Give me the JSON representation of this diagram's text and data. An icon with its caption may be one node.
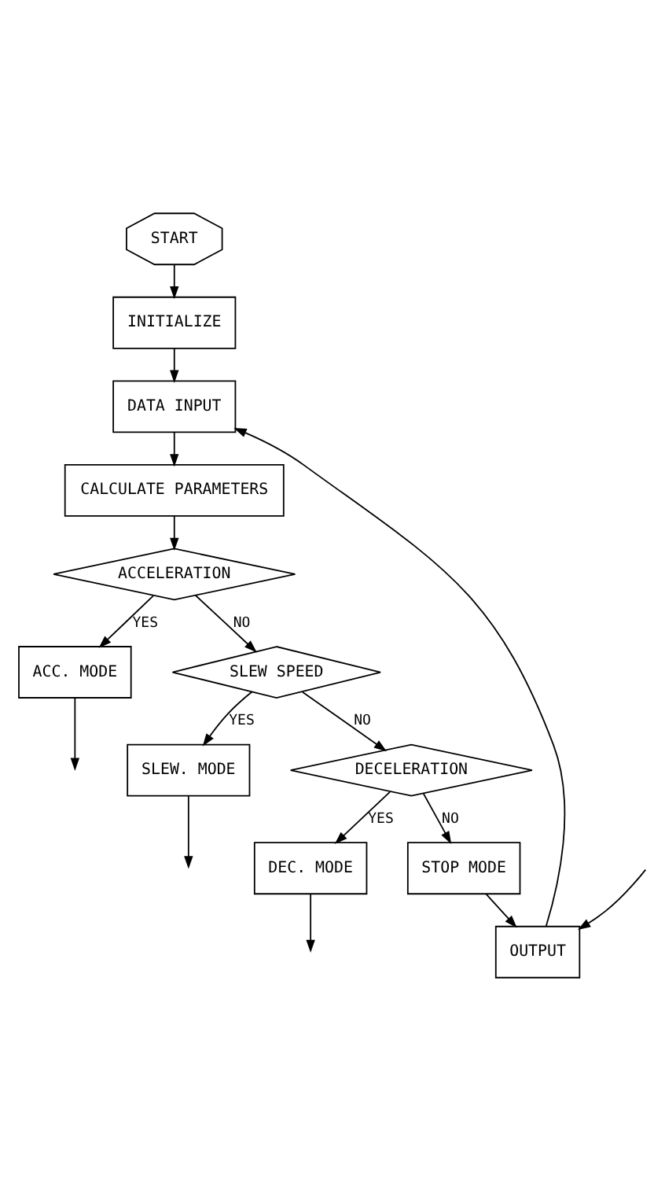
{
  "diagram": {
    "nodes": [
      {
        "text": [
          "START"
        ]
      },
      {
        "text": [
          "INITIALIZE"
        ]
      },
      {
        "text": [
          "DATA INPUT"
        ]
      },
      {
        "text": [
          "CALCULATE PARAMETERS"
        ]
      },
      {
        "text": [
          "ACCELERATION"
        ]
      },
      {
        "text": [
          "ACC. MODE"
        ]
      },
      {
        "text": [
          "SLEW SPEED"
        ]
      },
      {
        "text": [
          "SLEW. MODE"
        ]
      },
      {
        "text": [
          "DECELERATION"
        ]
      },
      {
        "text": [
          "DEC. MODE"
        ]
      },
      {
        "text": [
          "STOP MODE"
        ]
      },
      {
        "text": [
          "OUTPUT"
        ]
      }
    ],
    "edges": [
      {
        "from": 0,
        "to": 1,
        "arrow": "to"
      },
      {
        "from": 1,
        "to": 2,
        "arrow": "to"
      },
      {
        "from": 2,
        "to": 3,
        "arrow": "to"
      },
      {
        "from": 3,
        "to": 4,
        "arrow": "to"
      },
      {
        "from": 4,
        "to": 5,
        "arrow": "to",
        "label": "YES"
      },
      {
        "from": 4,
        "to": 6,
        "arrow": "to",
        "label": "NO"
      },
      {
        "from": 6,
        "to": 7,
        "arrow": "to",
        "label": "YES"
      },
      {
        "from": 6,
        "to": 8,
        "arrow": "to",
        "label": "NO"
      },
      {
        "from": 8,
        "to": 9,
        "arrow": "to",
        "label": "YES"
      },
      {
        "from": 8,
        "to": 10,
        "arrow": "to",
        "label": "NO"
      },
      {
        "from": 10,
        "to": 11,
        "arrow": "to"
      },
      {
        "from": 11,
        "to": 2,
        "arrow": "to"
      },
      {
        "from": 5,
        "to": null,
        "arrow": "to"
      },
      {
        "from": 7,
        "to": null,
        "arrow": "to"
      },
      {
        "from": 9,
        "to": null,
        "arrow": "to"
      },
      {
        "from": null,
        "to": 11,
        "arrow": "to"
      }
    ]
  }
}
